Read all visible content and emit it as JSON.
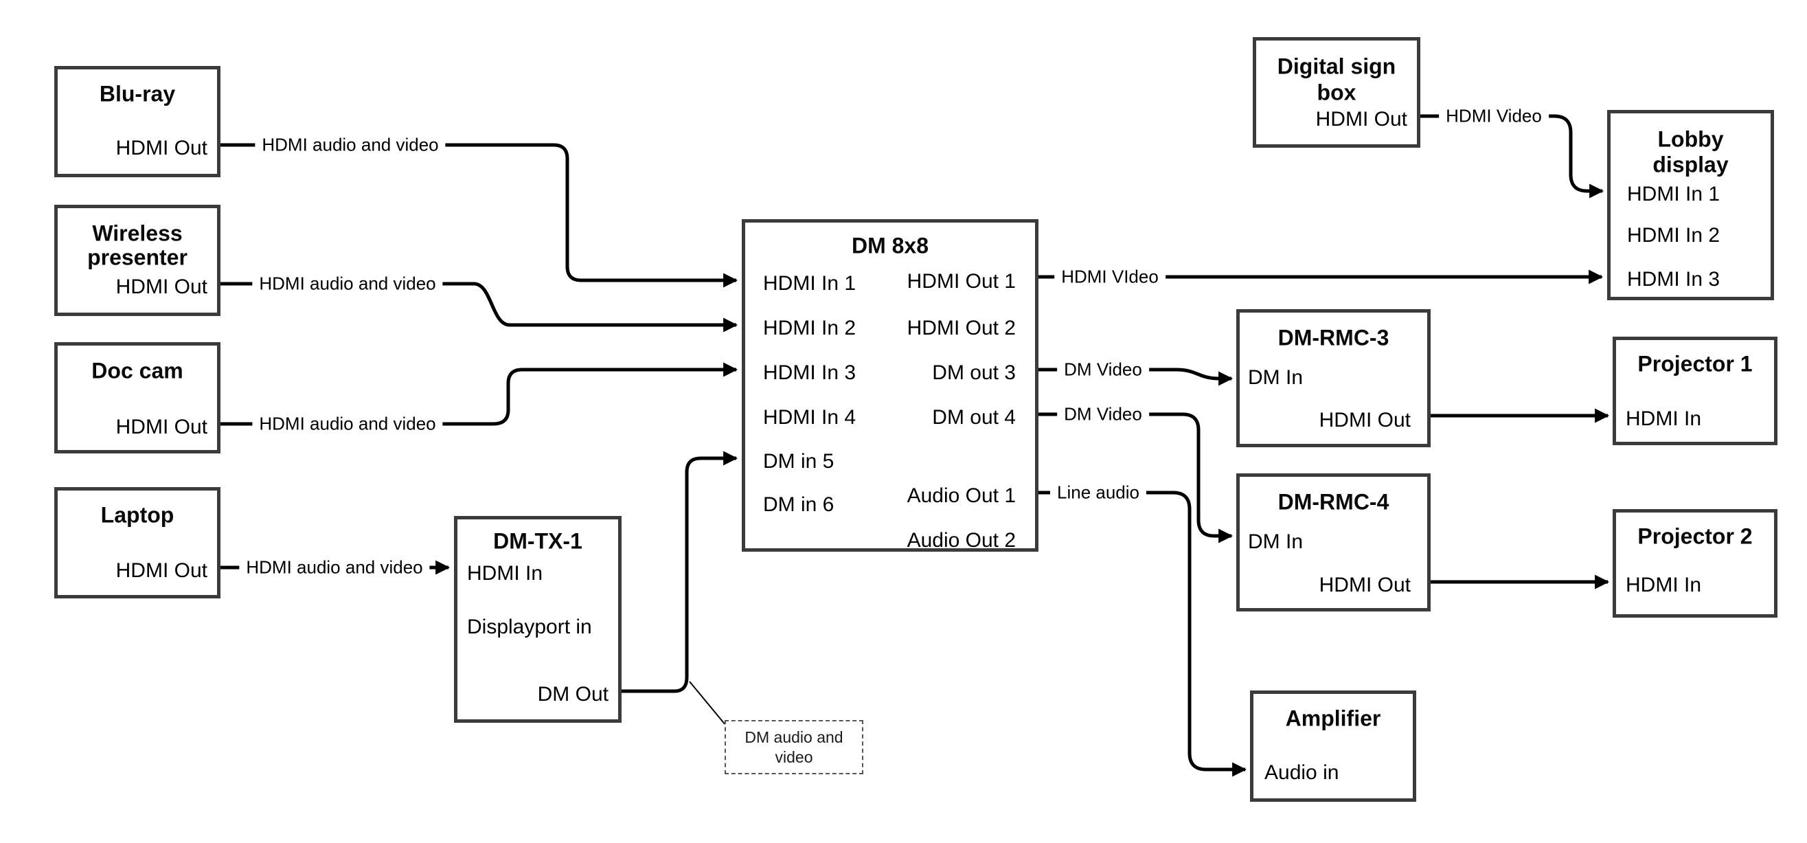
{
  "nodes": {
    "bluray": {
      "title": "Blu-ray",
      "port_out": "HDMI Out"
    },
    "wireless": {
      "title": "Wireless",
      "title2": "presenter",
      "port_out": "HDMI Out"
    },
    "doccam": {
      "title": "Doc cam",
      "port_out": "HDMI Out"
    },
    "laptop": {
      "title": "Laptop",
      "port_out": "HDMI Out"
    },
    "dmtx1": {
      "title": "DM-TX-1",
      "port_in1": "HDMI In",
      "port_in2": "Displayport in",
      "port_out": "DM Out"
    },
    "dm8x8": {
      "title": "DM 8x8",
      "in1": "HDMI In 1",
      "in2": "HDMI In 2",
      "in3": "HDMI In 3",
      "in4": "HDMI In 4",
      "in5": "DM in 5",
      "in6": "DM in 6",
      "out1": "HDMI Out 1",
      "out2": "HDMI Out 2",
      "out3": "DM out 3",
      "out4": "DM out 4",
      "out5": "Audio Out 1",
      "out6": "Audio Out 2"
    },
    "digitalsign": {
      "title": "Digital sign",
      "title2": "box",
      "port_out": "HDMI Out"
    },
    "lobby": {
      "title": "Lobby",
      "title2": "display",
      "in1": "HDMI In 1",
      "in2": "HDMI In 2",
      "in3": "HDMI In 3"
    },
    "dmrmc3": {
      "title": "DM-RMC-3",
      "port_in": "DM In",
      "port_out": "HDMI Out"
    },
    "proj1": {
      "title": "Projector 1",
      "port_in": "HDMI In"
    },
    "dmrmc4": {
      "title": "DM-RMC-4",
      "port_in": "DM In",
      "port_out": "HDMI Out"
    },
    "proj2": {
      "title": "Projector 2",
      "port_in": "HDMI In"
    },
    "amp": {
      "title": "Amplifier",
      "port_in": "Audio in"
    }
  },
  "wire_labels": {
    "bluray_dm8x8": "HDMI audio and video",
    "wireless_dm8x8": "HDMI audio and video",
    "doccam_dm8x8": "HDMI audio and video",
    "laptop_dmtx1": "HDMI audio and video",
    "dm8x8_lobby": "HDMI VIdeo",
    "dm8x8_rmc3": "DM Video",
    "dm8x8_rmc4": "DM Video",
    "dm8x8_amp": "Line audio",
    "digitalsign_lobby": "HDMI Video"
  },
  "note": {
    "line1": "DM audio and",
    "line2": "video"
  }
}
